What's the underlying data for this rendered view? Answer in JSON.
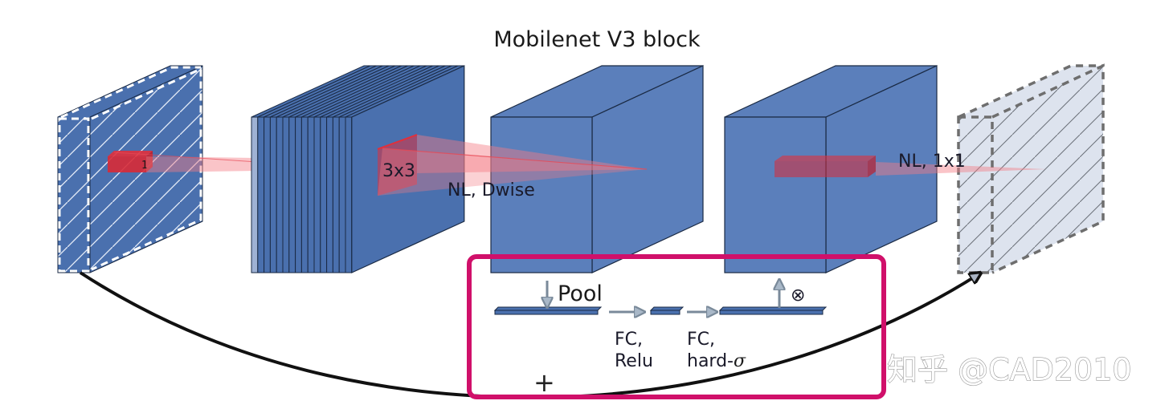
{
  "title": "Mobilenet V3 block",
  "colors": {
    "block_blue": "#5b7fbb",
    "block_blue_dark": "#4a70ae",
    "block_edge": "#1a2a44",
    "output_fill": "#dde3ee",
    "kernel_red": "#e0303c",
    "cone_pink": "#f47c84",
    "highlight_box": "#d0106a",
    "arrow_gray": "#7a8a9a",
    "skip_line": "#111111"
  },
  "labels": {
    "kernel_1x1_in": "1",
    "kernel_3x3": "3x3",
    "dwise": "NL, Dwise",
    "project": "NL, 1x1",
    "pool": "Pool",
    "fc_relu_1": "FC,",
    "fc_relu_2": "Relu",
    "fc_hsig_1": "FC,",
    "fc_hsig_2": "hard-",
    "sigma": "σ",
    "multiply": "⊗",
    "add": "+"
  },
  "blocks": [
    {
      "id": "input",
      "style": "hatched-dashed-white"
    },
    {
      "id": "expansion",
      "style": "stacked-channels"
    },
    {
      "id": "depthwise",
      "style": "solid"
    },
    {
      "id": "se-scaled",
      "style": "solid"
    },
    {
      "id": "output",
      "style": "hatched-dashed-gray"
    }
  ],
  "se_module": {
    "steps": [
      "Pool",
      "FC, Relu",
      "FC, hard-σ",
      "⊗"
    ]
  },
  "watermark": "知乎 @CAD2010"
}
